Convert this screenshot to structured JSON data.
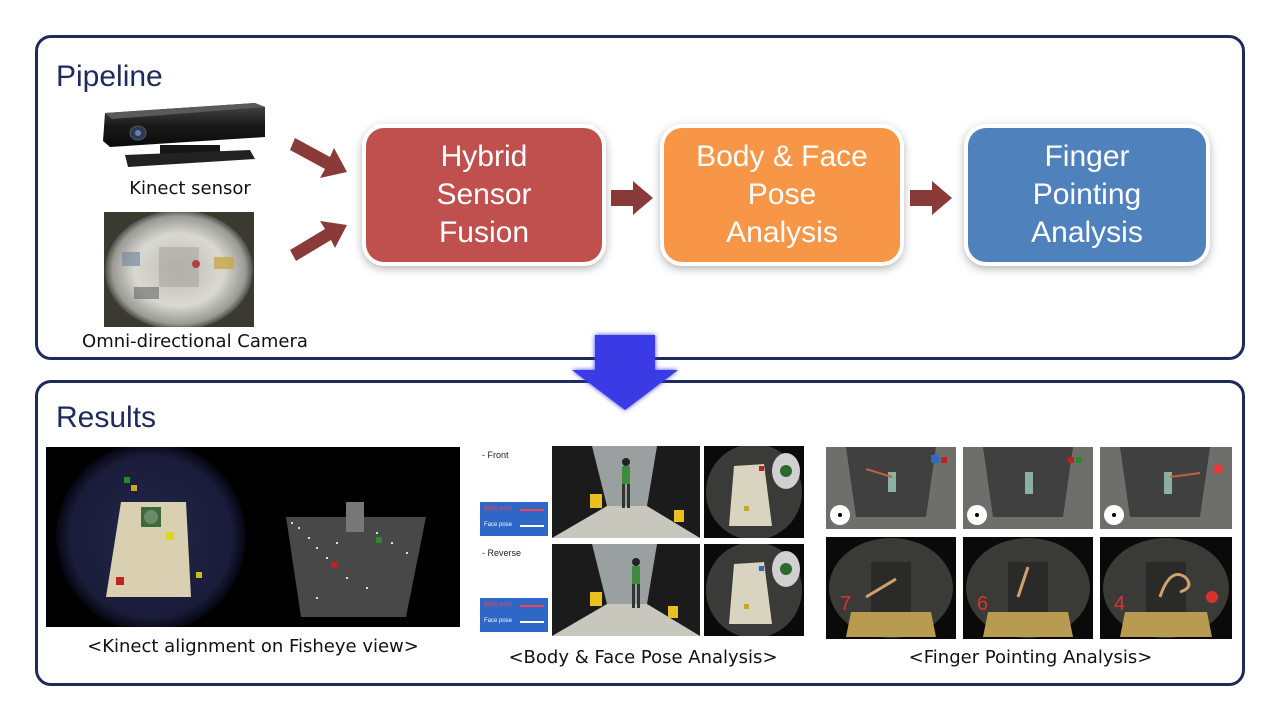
{
  "pipeline": {
    "title": "Pipeline",
    "sensors": [
      {
        "label": "Kinect sensor"
      },
      {
        "label": "Omni-directional Camera"
      }
    ],
    "stages": [
      {
        "label": "Hybrid\nSensor\nFusion",
        "color": "#c0504d"
      },
      {
        "label": "Body & Face\nPose\nAnalysis",
        "color": "#f79646"
      },
      {
        "label": "Finger\nPointing\nAnalysis",
        "color": "#4f81bd"
      }
    ],
    "arrow_color": "#8b3a3a",
    "down_arrow_color": "#3a3ae6"
  },
  "results": {
    "title": "Results",
    "figures": [
      {
        "caption": "<Kinect alignment on Fisheye view>"
      },
      {
        "caption": "<Body & Face Pose Analysis>",
        "row_labels": [
          "-   Front",
          "-   Reverse"
        ],
        "legend": [
          "Body pose",
          "Face pose"
        ]
      },
      {
        "caption": "<Finger Pointing Analysis>",
        "counters": [
          "7",
          "6",
          "4"
        ]
      }
    ]
  }
}
